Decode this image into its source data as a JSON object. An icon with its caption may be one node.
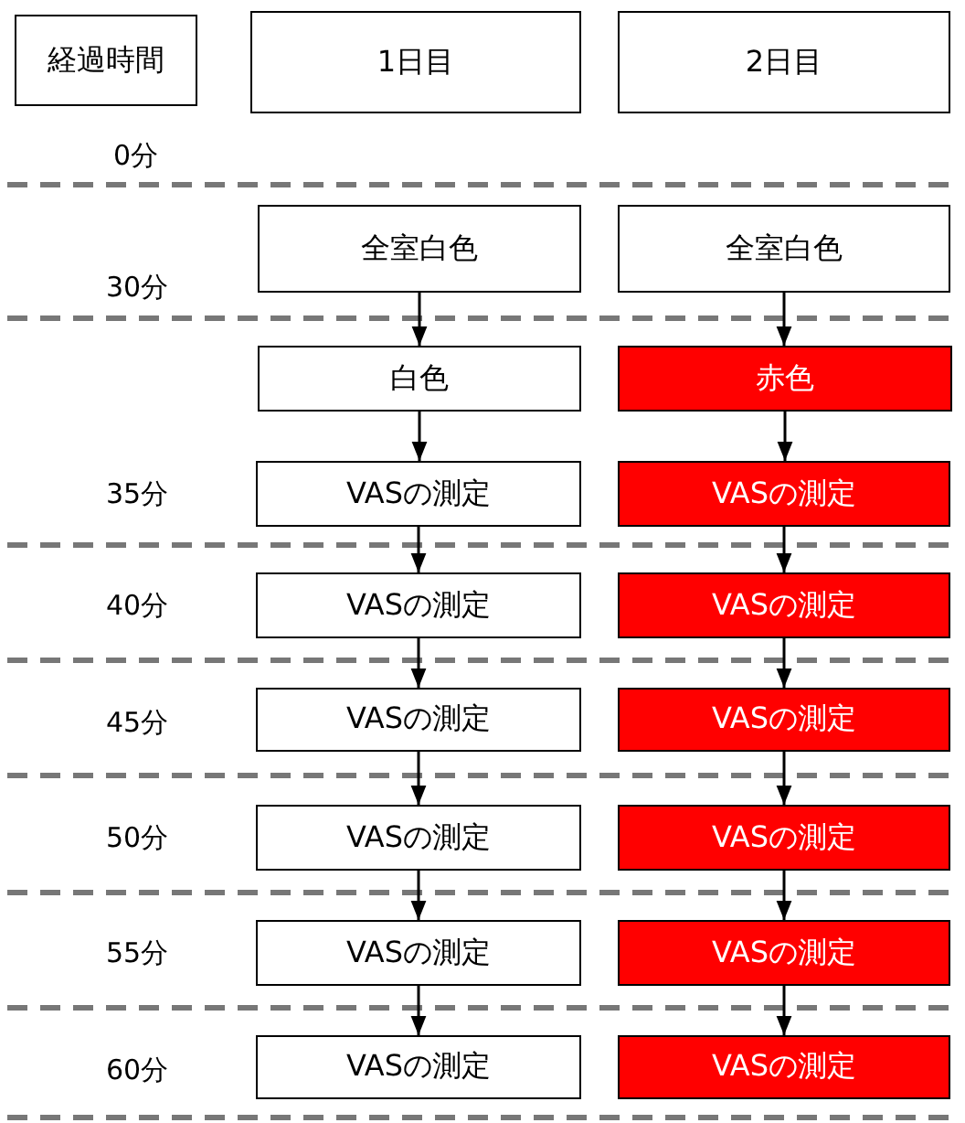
{
  "diagram": {
    "nodes": [
      {
        "text": [
          "経過時間"
        ]
      },
      {
        "text": [
          "1日目"
        ]
      },
      {
        "text": [
          "2日目"
        ]
      },
      {
        "text": [
          "全室白色"
        ]
      },
      {
        "text": [
          "全室白色"
        ]
      },
      {
        "text": [
          "白色"
        ]
      },
      {
        "text": [
          "赤色"
        ]
      },
      {
        "text": [
          "VASの測定"
        ]
      },
      {
        "text": [
          "VASの測定"
        ]
      },
      {
        "text": [
          "VASの測定"
        ]
      },
      {
        "text": [
          "VASの測定"
        ]
      },
      {
        "text": [
          "VASの測定"
        ]
      },
      {
        "text": [
          "VASの測定"
        ]
      },
      {
        "text": [
          "VASの測定"
        ]
      },
      {
        "text": [
          "VASの測定"
        ]
      },
      {
        "text": [
          "VASの測定"
        ]
      },
      {
        "text": [
          "VASの測定"
        ]
      },
      {
        "text": [
          "VASの測定"
        ]
      },
      {
        "text": [
          "VASの測定"
        ]
      }
    ],
    "edges": [
      {
        "from": 3,
        "to": 5,
        "arrow": "to"
      },
      {
        "from": 4,
        "to": 6,
        "arrow": "to"
      },
      {
        "from": 5,
        "to": 7,
        "arrow": "to"
      },
      {
        "from": 6,
        "to": 8,
        "arrow": "to"
      },
      {
        "from": 7,
        "to": 9,
        "arrow": "to"
      },
      {
        "from": 8,
        "to": 10,
        "arrow": "to"
      },
      {
        "from": 9,
        "to": 11,
        "arrow": "to"
      },
      {
        "from": 10,
        "to": 12,
        "arrow": "to"
      },
      {
        "from": 11,
        "to": 13,
        "arrow": "to"
      },
      {
        "from": 12,
        "to": 14,
        "arrow": "to"
      },
      {
        "from": 13,
        "to": 15,
        "arrow": "to"
      },
      {
        "from": 14,
        "to": 16,
        "arrow": "to"
      },
      {
        "from": 15,
        "to": 17,
        "arrow": "to"
      },
      {
        "from": 16,
        "to": 18,
        "arrow": "to"
      }
    ],
    "labels": [
      "0分",
      "30分",
      "35分",
      "40分",
      "45分",
      "50分",
      "55分",
      "60分"
    ]
  }
}
